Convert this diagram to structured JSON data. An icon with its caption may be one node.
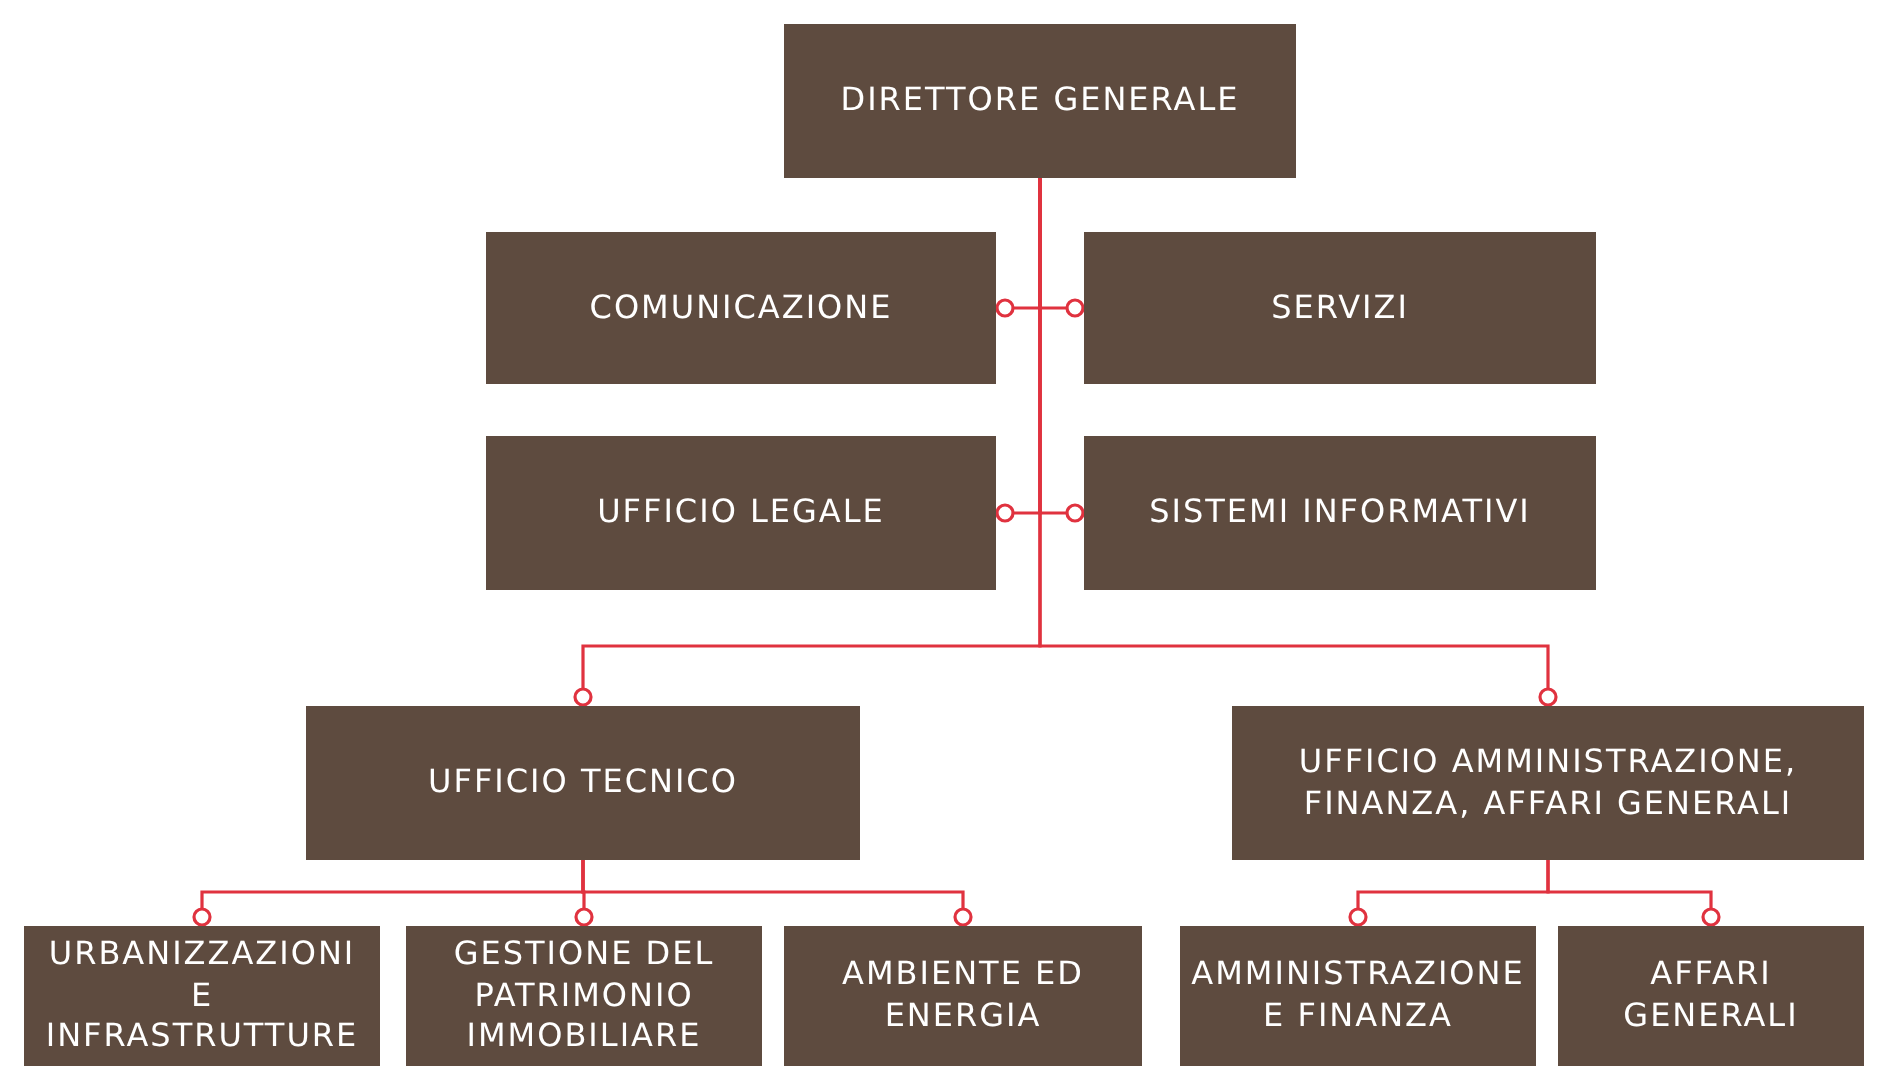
{
  "diagram": {
    "nodes": [
      {
        "text": [
          "DIRETTORE GENERALE"
        ]
      },
      {
        "text": [
          "COMUNICAZIONE"
        ]
      },
      {
        "text": [
          "SERVIZI"
        ]
      },
      {
        "text": [
          "UFFICIO LEGALE"
        ]
      },
      {
        "text": [
          "SISTEMI INFORMATIVI"
        ]
      },
      {
        "text": [
          "UFFICIO TECNICO"
        ]
      },
      {
        "text": [
          "UFFICIO AMMINISTRAZIONE, FINANZA, AFFARI GENERALI"
        ]
      },
      {
        "text": [
          "URBANIZZAZIONI E INFRASTRUTTURE"
        ]
      },
      {
        "text": [
          "GESTIONE DEL PATRIMONIO IMMOBILIARE"
        ]
      },
      {
        "text": [
          "AMBIENTE ED ENERGIA"
        ]
      },
      {
        "text": [
          "AMMINISTRAZIONE E FINANZA"
        ]
      },
      {
        "text": [
          "AFFARI GENERALI"
        ]
      }
    ],
    "edges": [
      {
        "from": 0,
        "to": 1,
        "arrow": "other"
      },
      {
        "from": 0,
        "to": 2,
        "arrow": "other"
      },
      {
        "from": 0,
        "to": 3,
        "arrow": "other"
      },
      {
        "from": 0,
        "to": 4,
        "arrow": "other"
      },
      {
        "from": 0,
        "to": 5,
        "arrow": "other"
      },
      {
        "from": 0,
        "to": 6,
        "arrow": "other"
      },
      {
        "from": 5,
        "to": 7,
        "arrow": "other"
      },
      {
        "from": 5,
        "to": 8,
        "arrow": "other"
      },
      {
        "from": 5,
        "to": 9,
        "arrow": "other"
      },
      {
        "from": 6,
        "to": 10,
        "arrow": "other"
      },
      {
        "from": 6,
        "to": 11,
        "arrow": "other"
      }
    ]
  }
}
